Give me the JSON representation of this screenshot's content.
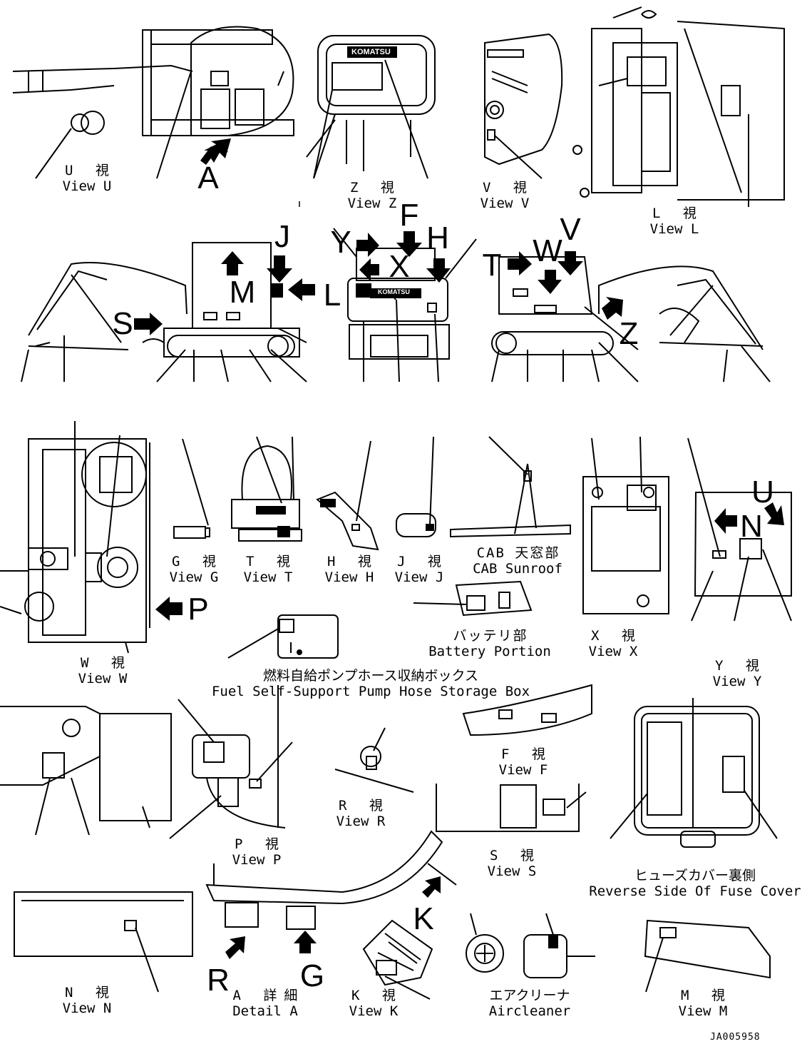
{
  "document_id": "JA005958",
  "view_labels": {
    "view_u": {
      "jp": "U 視",
      "en": "View U"
    },
    "view_z": {
      "jp": "Z 視",
      "en": "View Z"
    },
    "view_v": {
      "jp": "V 視",
      "en": "View V"
    },
    "view_l": {
      "jp": "L 視",
      "en": "View L"
    },
    "view_g": {
      "jp": "G 視",
      "en": "View G"
    },
    "view_t": {
      "jp": "T 視",
      "en": "View T"
    },
    "view_h": {
      "jp": "H 視",
      "en": "View H"
    },
    "view_j": {
      "jp": "J 視",
      "en": "View J"
    },
    "cab_sunroof": {
      "jp": "CAB 天窓部",
      "en": "CAB Sunroof"
    },
    "view_x": {
      "jp": "X 視",
      "en": "View X"
    },
    "view_w": {
      "jp": "W 視",
      "en": "View W"
    },
    "battery_portion": {
      "jp": "バッテリ部",
      "en": "Battery Portion"
    },
    "fuel_box": {
      "jp": "燃料自給ポンプホース収納ボックス",
      "en": "Fuel Self-Support Pump Hose Storage Box"
    },
    "view_y": {
      "jp": "Y 視",
      "en": "View Y"
    },
    "view_f": {
      "jp": "F 視",
      "en": "View F"
    },
    "view_r": {
      "jp": "R 視",
      "en": "View R"
    },
    "view_p": {
      "jp": "P 視",
      "en": "View P"
    },
    "view_s": {
      "jp": "S 視",
      "en": "View S"
    },
    "fuse_cover": {
      "jp": "ヒューズカバー裏側",
      "en": "Reverse Side Of Fuse Cover"
    },
    "view_n": {
      "jp": "N 視",
      "en": "View N"
    },
    "detail_a": {
      "jp": "A 詳細",
      "en": "Detail A"
    },
    "view_k": {
      "jp": "K 視",
      "en": "View K"
    },
    "aircleaner": {
      "jp": "エアクリーナ",
      "en": "Aircleaner"
    },
    "view_m": {
      "jp": "M 視",
      "en": "View M"
    }
  },
  "callout_letters": {
    "A": "A",
    "S": "S",
    "J": "J",
    "M": "M",
    "L": "L",
    "Y": "Y",
    "F": "F",
    "X": "X",
    "H": "H",
    "T": "T",
    "W": "W",
    "V": "V",
    "Z": "Z",
    "P": "P",
    "N": "N",
    "U": "U",
    "R": "R",
    "G": "G",
    "K": "K"
  },
  "brand_text": "KOMATSU"
}
